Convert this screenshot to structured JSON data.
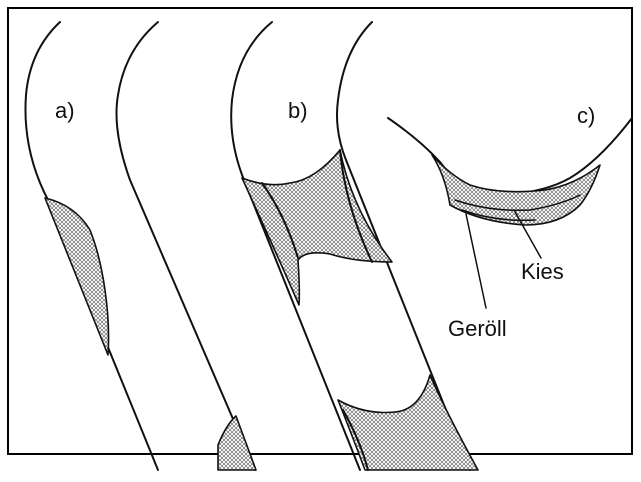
{
  "labels": {
    "a": "a)",
    "b": "b)",
    "c": "c)",
    "kies": "Kies",
    "geroell": "Geröll"
  },
  "colors": {
    "line": "#111111",
    "fill_pattern": "#000000",
    "background": "#ffffff"
  }
}
